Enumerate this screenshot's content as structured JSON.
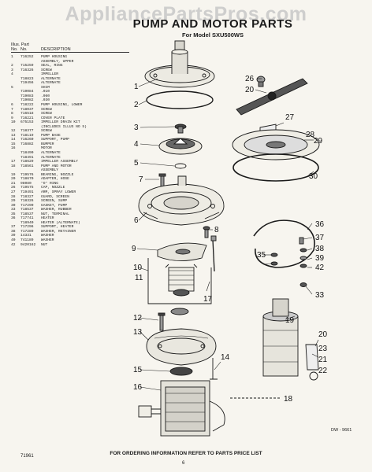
{
  "watermark": "AppliancePartsPros.com",
  "title": "PUMP AND MOTOR PARTS",
  "subtitle": "For Model SXU500WS",
  "table": {
    "head_1": "Illus.  Part",
    "head_no": "No.",
    "head_part": "No.",
    "head_desc": "DESCRIPTION",
    "rows": [
      {
        "no": "1",
        "part": "716252",
        "desc": "PUMP HOUSING"
      },
      {
        "no": "",
        "part": "",
        "desc": "ASSEMBLY, UPPER"
      },
      {
        "no": "2",
        "part": "715259",
        "desc": "SEAL, RING"
      },
      {
        "no": "3",
        "part": "716326",
        "desc": "SCREW"
      },
      {
        "no": "4",
        "part": "",
        "desc": "IMPELLER"
      },
      {
        "no": "",
        "part": "718823",
        "desc": "ALTERNATE"
      },
      {
        "no": "",
        "part": "719456",
        "desc": "ALTERNATE"
      },
      {
        "no": "5",
        "part": "",
        "desc": "SHIM"
      },
      {
        "no": "",
        "part": "719084",
        "desc": ".010"
      },
      {
        "no": "",
        "part": "719083",
        "desc": ".060"
      },
      {
        "no": "",
        "part": "719082",
        "desc": ".030"
      },
      {
        "no": "6",
        "part": "718222",
        "desc": "PUMP HOUSING, LOWER"
      },
      {
        "no": "7",
        "part": "718037",
        "desc": "SCREW"
      },
      {
        "no": "8",
        "part": "716518",
        "desc": "SCREW"
      },
      {
        "no": "9",
        "part": "716221",
        "desc": "COVER PLATE"
      },
      {
        "no": "10",
        "part": "675153",
        "desc": "IMPELLER DRAIN KIT"
      },
      {
        "no": "",
        "part": "",
        "desc": "(INCLUDES ILLUS NO 5)"
      },
      {
        "no": "12",
        "part": "718377",
        "desc": "SCREW"
      },
      {
        "no": "13",
        "part": "718119",
        "desc": "PUMP BASE"
      },
      {
        "no": "14",
        "part": "716260",
        "desc": "SUPPORT, PUMP"
      },
      {
        "no": "15",
        "part": "716882",
        "desc": "BUMPER"
      },
      {
        "no": "16",
        "part": "",
        "desc": "MOTOR"
      },
      {
        "no": "",
        "part": "718490",
        "desc": "ALTERNATE"
      },
      {
        "no": "",
        "part": "718491",
        "desc": "ALTERNATE"
      },
      {
        "no": "17",
        "part": "718629",
        "desc": "IMPELLER ASSEMBLY"
      },
      {
        "no": "18",
        "part": "718561",
        "desc": "PUMP AND MOTOR"
      },
      {
        "no": "",
        "part": "",
        "desc": "ASSEMBLY"
      },
      {
        "no": "19",
        "part": "719576",
        "desc": "BEARING, NOZZLE"
      },
      {
        "no": "20",
        "part": "718670",
        "desc": "ADAPTER, HOSE"
      },
      {
        "no": "21",
        "part": "98080",
        "desc": "\"O\" RING"
      },
      {
        "no": "26",
        "part": "719575",
        "desc": "CAP, NOZZLE"
      },
      {
        "no": "27",
        "part": "719491",
        "desc": "ARM, SPRAY LOWER"
      },
      {
        "no": "28",
        "part": "718327",
        "desc": "GUARD, SCREEN"
      },
      {
        "no": "29",
        "part": "718326",
        "desc": "SCREEN, SUMP"
      },
      {
        "no": "30",
        "part": "717290",
        "desc": "GASKET, PUMP"
      },
      {
        "no": "33",
        "part": "718537",
        "desc": "WASHER, RUBBER"
      },
      {
        "no": "35",
        "part": "718537",
        "desc": "NUT, TERMINAL"
      },
      {
        "no": "36",
        "part": "717741",
        "desc": "HEATER"
      },
      {
        "no": "",
        "part": "718940",
        "desc": "HEATER (ALTERNATE)"
      },
      {
        "no": "37",
        "part": "717296",
        "desc": "SUPPORT, HEATER"
      },
      {
        "no": "38",
        "part": "717289",
        "desc": "WASHER, RETAINER"
      },
      {
        "no": "39",
        "part": "14331",
        "desc": "WASHER"
      },
      {
        "no": "40",
        "part": "741189",
        "desc": "WASHER"
      },
      {
        "no": "42",
        "part": "9420162",
        "desc": "NUT"
      }
    ]
  },
  "callouts": [
    "1",
    "2",
    "3",
    "4",
    "5",
    "7",
    "6",
    "8",
    "9",
    "10",
    "11",
    "12",
    "13",
    "14",
    "15",
    "16",
    "17",
    "18",
    "19",
    "20",
    "21",
    "22",
    "23",
    "26",
    "20",
    "27",
    "28",
    "29",
    "30",
    "36",
    "37",
    "38",
    "39",
    "42",
    "33",
    "35"
  ],
  "footer": "FOR ORDERING INFORMATION REFER TO PARTS PRICE LIST",
  "page_number": "6",
  "code_left": "71961",
  "code_right": "DW - 9661"
}
